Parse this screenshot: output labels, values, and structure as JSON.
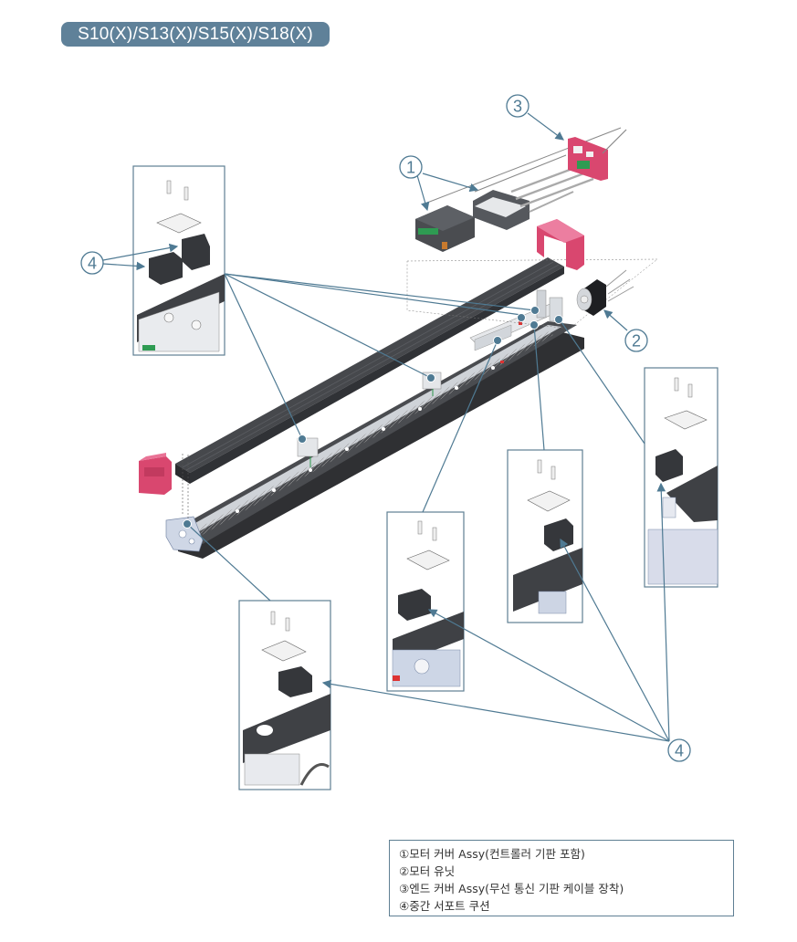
{
  "title": "S10(X)/S13(X)/S15(X)/S18(X)",
  "colors": {
    "badge": "#5f8199",
    "callout": "#4f7a93",
    "cover_dark": "#46484c",
    "end_cap": "#d9476f",
    "legend_border": "#5f7f93"
  },
  "callouts": [
    {
      "id": "1",
      "label": "①"
    },
    {
      "id": "2",
      "label": "②"
    },
    {
      "id": "3",
      "label": "③"
    },
    {
      "id": "4",
      "label": "④"
    }
  ],
  "callout_numbers": {
    "c1": "1",
    "c2": "2",
    "c3": "3",
    "c4a": "4",
    "c4b": "4"
  },
  "legend": {
    "items": [
      "①모터 커버 Assy(컨트롤러 기판 포함)",
      "②모터 유닛",
      "③엔드 커버 Assy(무선 통신 기판 케이블 장착)",
      "④중간 서포트 쿠션"
    ]
  },
  "parts": {
    "motor_cover": "motor-cover-assy",
    "motor_unit": "motor-unit",
    "end_cover": "end-cover-assy",
    "support_cushion": "intermediate-support-cushion"
  }
}
